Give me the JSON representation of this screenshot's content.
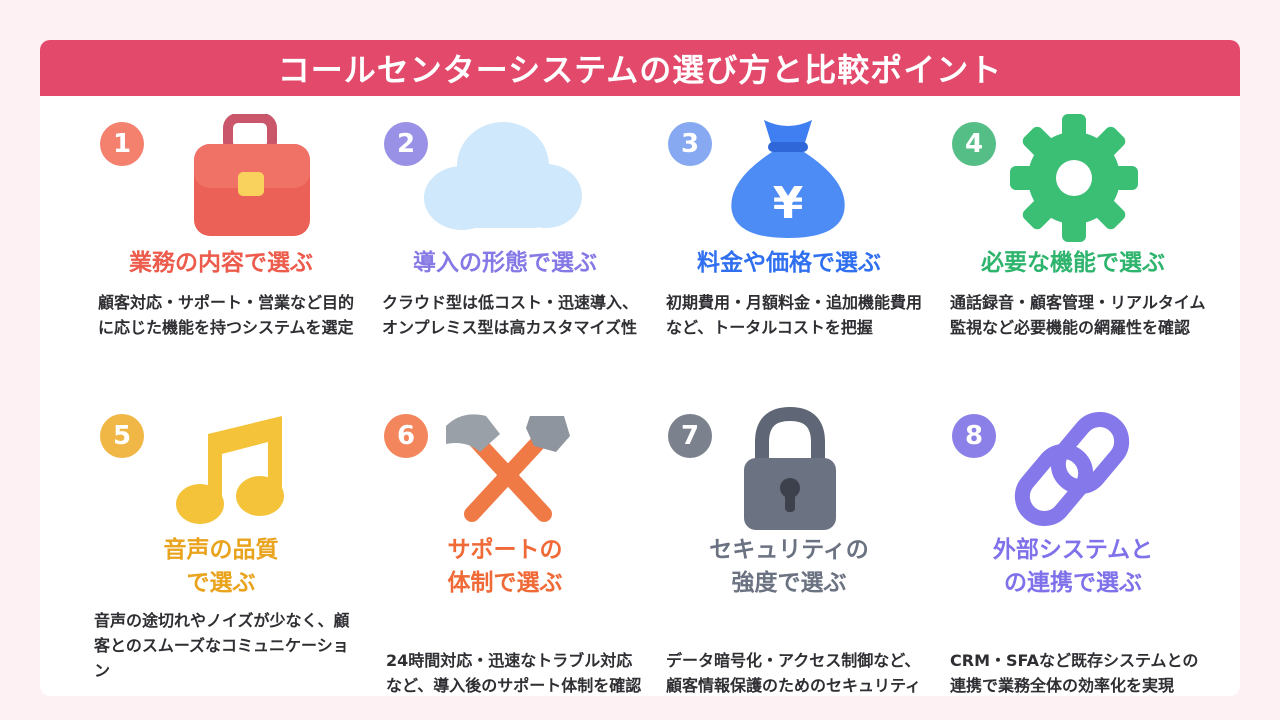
{
  "header": {
    "title": "コールセンターシステムの選び方と比較ポイント"
  },
  "colors": {
    "banner": "#e2496a",
    "c1": "#ec5b4b",
    "c2": "#8579e6",
    "c3": "#2f6ff0",
    "c4": "#2fb46e",
    "c5": "#e9a31d",
    "c6": "#f06a37",
    "c7": "#6b7282",
    "c8": "#7e71ea"
  },
  "items": [
    {
      "number": "1",
      "icon": "briefcase-icon",
      "title": "業務の内容で選ぶ",
      "description": "顧客対応・サポート・営業など目的に応じた機能を持つシステムを選定"
    },
    {
      "number": "2",
      "icon": "cloud-icon",
      "title": "導入の形態で選ぶ",
      "description": "クラウド型は低コスト・迅速導入、オンプレミス型は高カスタマイズ性"
    },
    {
      "number": "3",
      "icon": "money-bag-yen-icon",
      "title": "料金や価格で選ぶ",
      "description": "初期費用・月額料金・追加機能費用など、トータルコストを把握"
    },
    {
      "number": "4",
      "icon": "gear-icon",
      "title": "必要な機能で選ぶ",
      "description": "通話録音・顧客管理・リアルタイム監視など必要機能の網羅性を確認"
    },
    {
      "number": "5",
      "icon": "music-note-icon",
      "title_line1": "音声の品質",
      "title_line2": "で選ぶ",
      "description": "音声の途切れやノイズが少なく、顧客とのスムーズなコミュニケーション"
    },
    {
      "number": "6",
      "icon": "hammer-wrench-icon",
      "title_line1": "サポートの",
      "title_line2": "体制で選ぶ",
      "description": "24時間対応・迅速なトラブル対応など、導入後のサポート体制を確認"
    },
    {
      "number": "7",
      "icon": "padlock-icon",
      "title_line1": "セキュリティの",
      "title_line2": "強度で選ぶ",
      "description": "データ暗号化・アクセス制御など、顧客情報保護のためのセキュリティ機能"
    },
    {
      "number": "8",
      "icon": "chain-link-icon",
      "title_line1": "外部システムと",
      "title_line2": "の連携で選ぶ",
      "description": "CRM・SFAなど既存システムとの連携で業務全体の効率化を実現"
    }
  ]
}
